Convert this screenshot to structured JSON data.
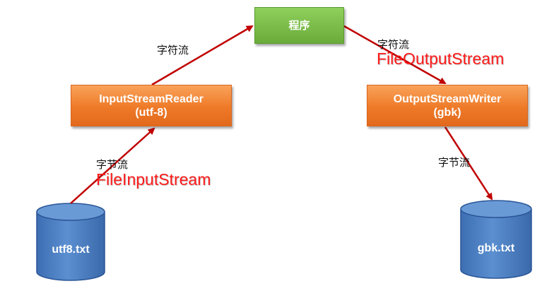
{
  "nodes": {
    "program": {
      "label": "程序"
    },
    "reader": {
      "line1": "InputStreamReader",
      "line2": "(utf-8)"
    },
    "writer": {
      "line1": "OutputStreamWriter",
      "line2": "(gbk)"
    },
    "source_file": {
      "label": "utf8.txt"
    },
    "target_file": {
      "label": "gbk.txt"
    }
  },
  "edge_labels": {
    "char_stream_in": "字符流",
    "char_stream_out": "字符流",
    "byte_stream_in": "字节流",
    "byte_stream_out": "字节流",
    "file_input_stream": "FileInputStream",
    "file_output_stream": "FileOutputStream"
  },
  "colors": {
    "arrow": "#c00000",
    "program_box": "#7abd45",
    "converter_box": "#f08a3b",
    "cylinder": "#4f81bd",
    "red_label": "#ff1a1a"
  }
}
